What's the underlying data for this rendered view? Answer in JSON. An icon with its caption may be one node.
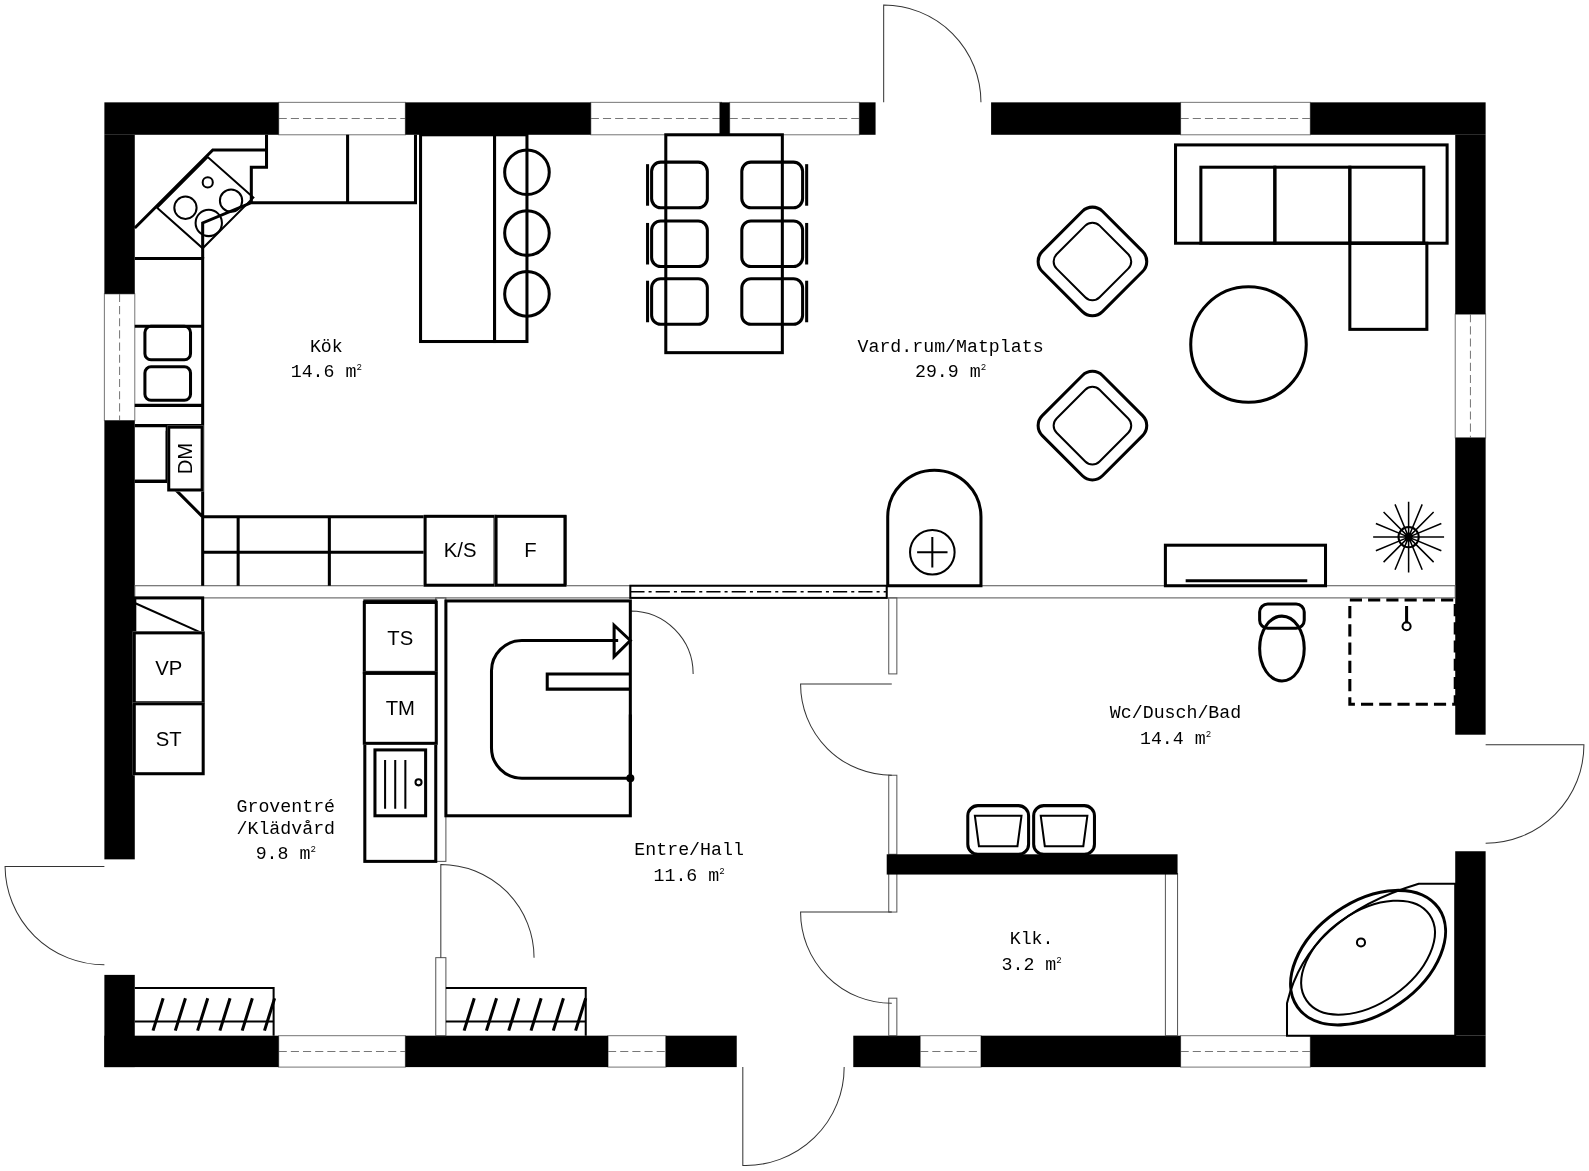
{
  "diagram": {
    "nodes": [
      {
        "text": [
          "Kök",
          "14.6 m$^{2}$"
        ]
      },
      {
        "text": [
          "DM"
        ]
      },
      {
        "text": [
          "K/S"
        ]
      },
      {
        "text": [
          "F"
        ]
      },
      {
        "text": [
          "Vard.rum/Matplats",
          "29.9 m$^{2}$"
        ]
      },
      {
        "text": [
          "Groventré /Klädvård",
          "9.8 m$^{2}$"
        ]
      },
      {
        "text": [
          "VP"
        ]
      },
      {
        "text": [
          "ST"
        ]
      },
      {
        "text": [
          "TS"
        ]
      },
      {
        "text": [
          "TM"
        ]
      },
      {
        "text": [
          "Entre/Hall",
          "11.6 m$^{2}$"
        ]
      },
      {
        "text": [
          "Wc/Dusch/Bad",
          "14.4 m$^{2}$"
        ]
      },
      {
        "text": [
          "Klk.",
          "3.2 m$^{2}$"
        ]
      }
    ],
    "edges": []
  }
}
